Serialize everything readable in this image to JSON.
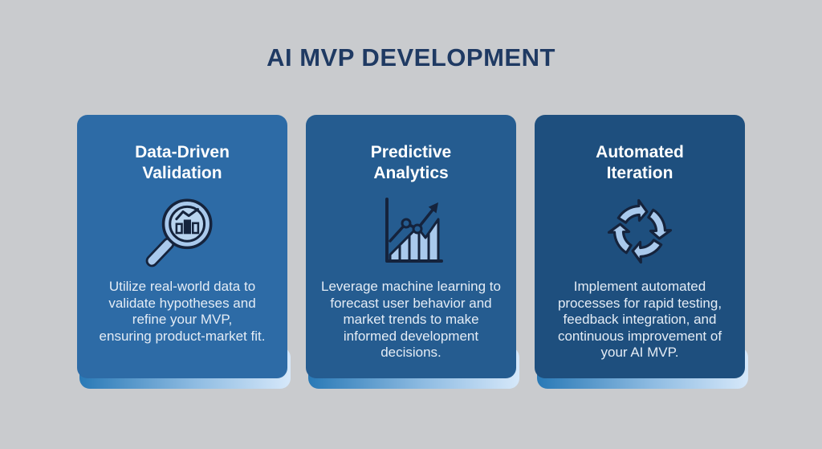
{
  "title": "AI MVP DEVELOPMENT",
  "colors": {
    "page_background": "#c9cbce",
    "title_text": "#1f3a63",
    "heading_text": "#ffffff",
    "body_text": "#e4ecf5",
    "icon_light_blue": "#a9c9ec",
    "icon_dark_navy": "#15233c",
    "accent_gradient_left": "#2979b6",
    "accent_gradient_right": "#d6e8fa"
  },
  "cards": [
    {
      "heading": "Data-Driven\nValidation",
      "body": "Utilize real-world data to\nvalidate hypotheses and\nrefine your MVP,\nensuring product-market fit.",
      "icon": "magnifier-bar-chart-icon",
      "background": "#2d6ba6"
    },
    {
      "heading": "Predictive\nAnalytics",
      "body": "Leverage machine learning to\nforecast user behavior and\nmarket trends to make\ninformed development\ndecisions.",
      "icon": "trend-chart-icon",
      "background": "#255c90"
    },
    {
      "heading": "Automated\nIteration",
      "body": "Implement automated\nprocesses for rapid testing,\nfeedback integration, and\ncontinuous improvement of\nyour AI MVP.",
      "icon": "cycle-arrows-icon",
      "background": "#1e4f7e"
    }
  ]
}
